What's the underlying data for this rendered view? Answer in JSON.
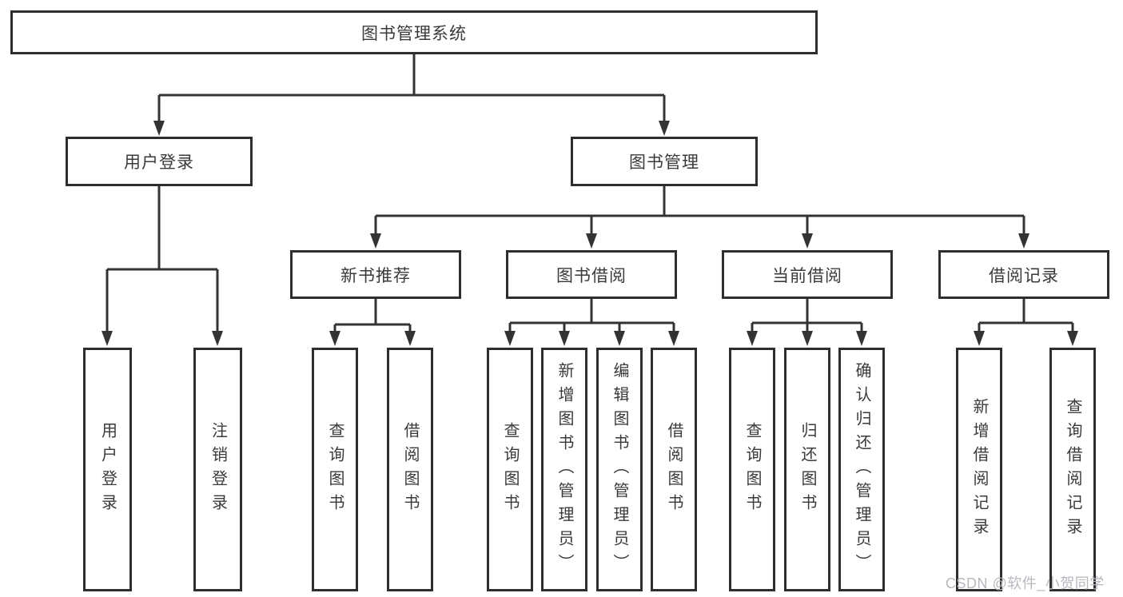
{
  "colors": {
    "line": "#333333",
    "box_border": "#2e2e2e",
    "text": "#3a3a3a",
    "watermark": "#b6b9be",
    "background": "#ffffff"
  },
  "watermark": "CSDN @软件_小贺同学",
  "tree": {
    "root": "图书管理系统",
    "branches": [
      {
        "name": "用户登录",
        "children": [
          "用户登录",
          "注销登录"
        ]
      },
      {
        "name": "图书管理",
        "children": [
          {
            "name": "新书推荐",
            "children": [
              "查询图书",
              "借阅图书"
            ]
          },
          {
            "name": "图书借阅",
            "children": [
              "查询图书",
              "新增图书（管理员）",
              "编辑图书（管理员）",
              "借阅图书"
            ]
          },
          {
            "name": "当前借阅",
            "children": [
              "查询图书",
              "归还图书",
              "确认归还（管理员）"
            ]
          },
          {
            "name": "借阅记录",
            "children": [
              "新增借阅记录",
              "查询借阅记录"
            ]
          }
        ]
      }
    ]
  }
}
